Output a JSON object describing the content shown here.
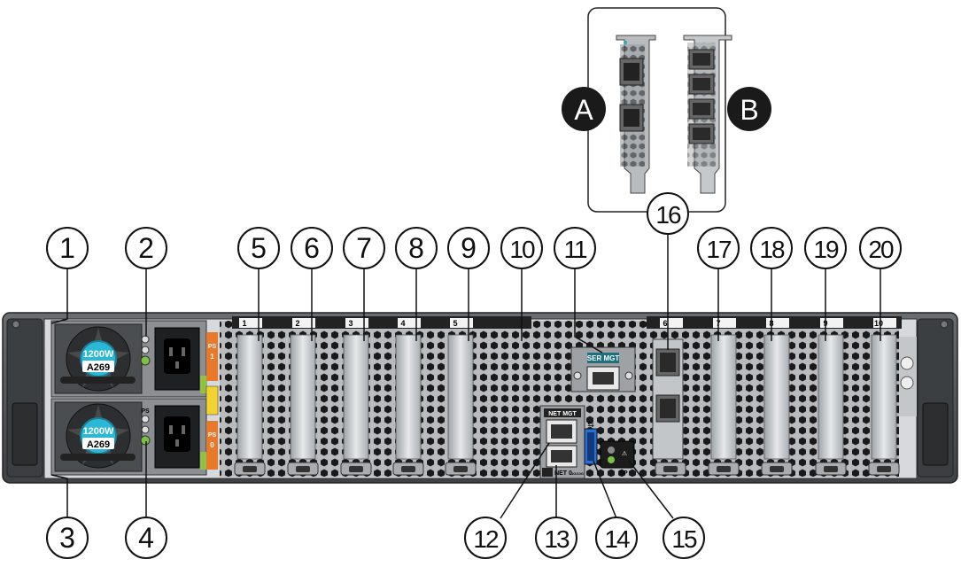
{
  "psu": {
    "top": {
      "wattage": "1200W",
      "model": "A269",
      "label": "PS",
      "number": "1"
    },
    "bottom": {
      "wattage": "1200W",
      "model": "A269",
      "label": "PS",
      "number": "0"
    },
    "status_label": "PS"
  },
  "port_labels": {
    "ser_mgt": "SER MGT",
    "net_mgt": "NET MGT",
    "net0": "NET 0",
    "net0_sub": "1G/10G",
    "sp": "SP"
  },
  "pcie_slots": [
    {
      "number": "1"
    },
    {
      "number": "2"
    },
    {
      "number": "3"
    },
    {
      "number": "4"
    },
    {
      "number": "5"
    },
    {
      "number": "6"
    },
    {
      "number": "7"
    },
    {
      "number": "8"
    },
    {
      "number": "9"
    },
    {
      "number": "10"
    }
  ],
  "card_labels": {
    "a": "A",
    "b": "B"
  },
  "callouts": [
    "1",
    "2",
    "3",
    "4",
    "5",
    "6",
    "7",
    "8",
    "9",
    "10",
    "11",
    "12",
    "13",
    "14",
    "15",
    "16",
    "17",
    "18",
    "19",
    "20"
  ],
  "colors": {
    "chassis": "#5a5d60",
    "panel": "#cfd2d4",
    "ps_accent": "#e8782a",
    "fan_hub": "#2bb8d6",
    "ser_mgt_label": "#1f6f7f",
    "usb_blue": "#2a6fd6",
    "led_green": "#7bc142"
  }
}
